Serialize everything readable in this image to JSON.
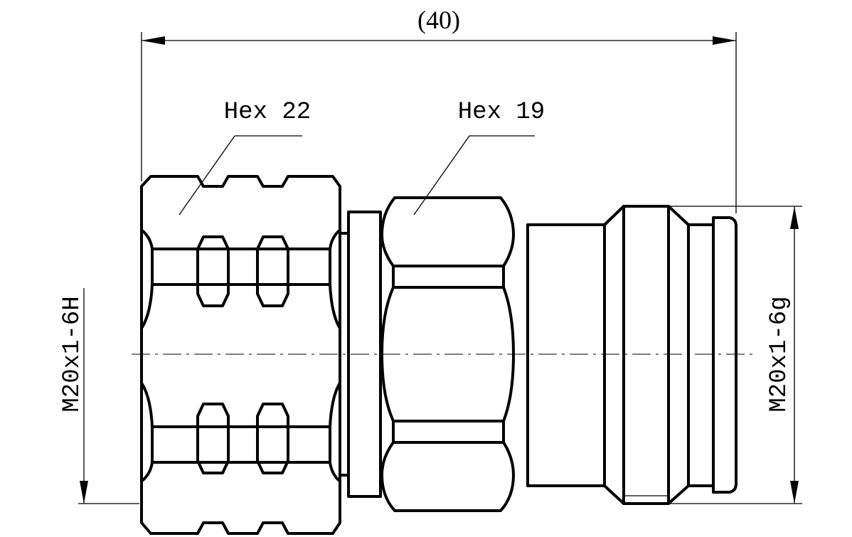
{
  "dimensions": {
    "overall_length": "(40)",
    "thread_left": "M20x1-6H",
    "thread_right": "M20x1-6g"
  },
  "callouts": {
    "hex_left": "Hex 22",
    "hex_right": "Hex 19"
  }
}
